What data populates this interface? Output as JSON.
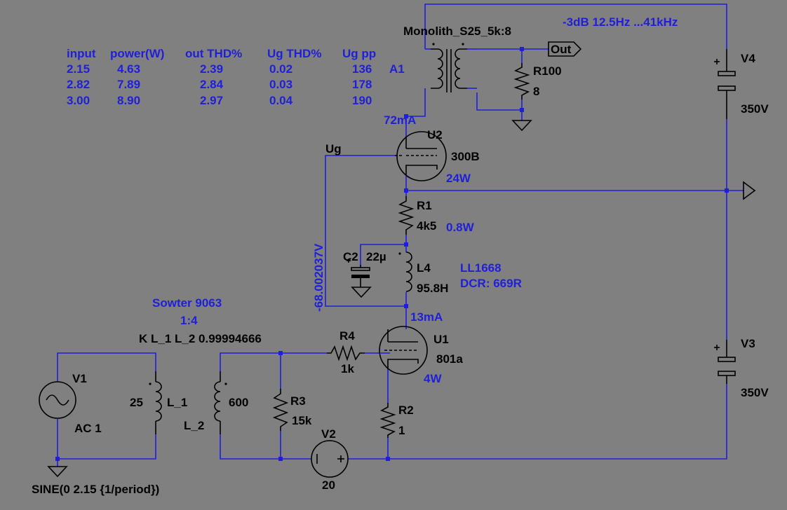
{
  "table": {
    "headers": [
      "input",
      "power(W)",
      "out THD%",
      "Ug THD%",
      "Ug pp"
    ],
    "rows": [
      [
        "2.15",
        "4.63",
        "2.39",
        "0.02",
        "136"
      ],
      [
        "2.82",
        "7.89",
        "2.84",
        "0.03",
        "178"
      ],
      [
        "3.00",
        "8.90",
        "2.97",
        "0.04",
        "190"
      ]
    ],
    "note": "A1"
  },
  "annotations": {
    "bandwidth": "-3dB 12.5Hz ...41kHz",
    "u2_current": "72mA",
    "u2_power": "24W",
    "r1_power": "0.8W",
    "l4_model": "LL1668",
    "l4_dcr": "DCR: 669R",
    "u1_current": "13mA",
    "u1_power": "4W",
    "ug_voltage": "-68.002037V",
    "input_tx_model": "Sowter 9063",
    "input_tx_ratio": "1:4"
  },
  "components": {
    "output_tx": "Monolith_S25_5k:8",
    "out_label": "Out",
    "r100": {
      "name": "R100",
      "value": "8"
    },
    "v4": {
      "name": "V4",
      "value": "350V"
    },
    "v3": {
      "name": "V3",
      "value": "350V"
    },
    "u2": {
      "name": "U2",
      "value": "300B"
    },
    "ug_label": "Ug",
    "r1": {
      "name": "R1",
      "value": "4k5"
    },
    "c2": {
      "name": "C2",
      "value": "22µ"
    },
    "l4": {
      "name": "L4",
      "value": "95.8H"
    },
    "u1": {
      "name": "U1",
      "value": "801a"
    },
    "r4": {
      "name": "R4",
      "value": "1k"
    },
    "r2": {
      "name": "R2",
      "value": "1"
    },
    "r3": {
      "name": "R3",
      "value": "15k"
    },
    "v2": {
      "name": "V2",
      "value": "20"
    },
    "coupling": "K L_1 L_2  0.99994666",
    "l1": {
      "name": "L_1",
      "value": "25"
    },
    "l2": {
      "name": "L_2",
      "value": "600"
    },
    "v1": {
      "name": "V1",
      "value": "AC 1",
      "source": "SINE(0 2.15 {1/period})"
    }
  },
  "colors": {
    "background": "#808080",
    "wire": "#1f1fd9",
    "component": "#000000"
  }
}
